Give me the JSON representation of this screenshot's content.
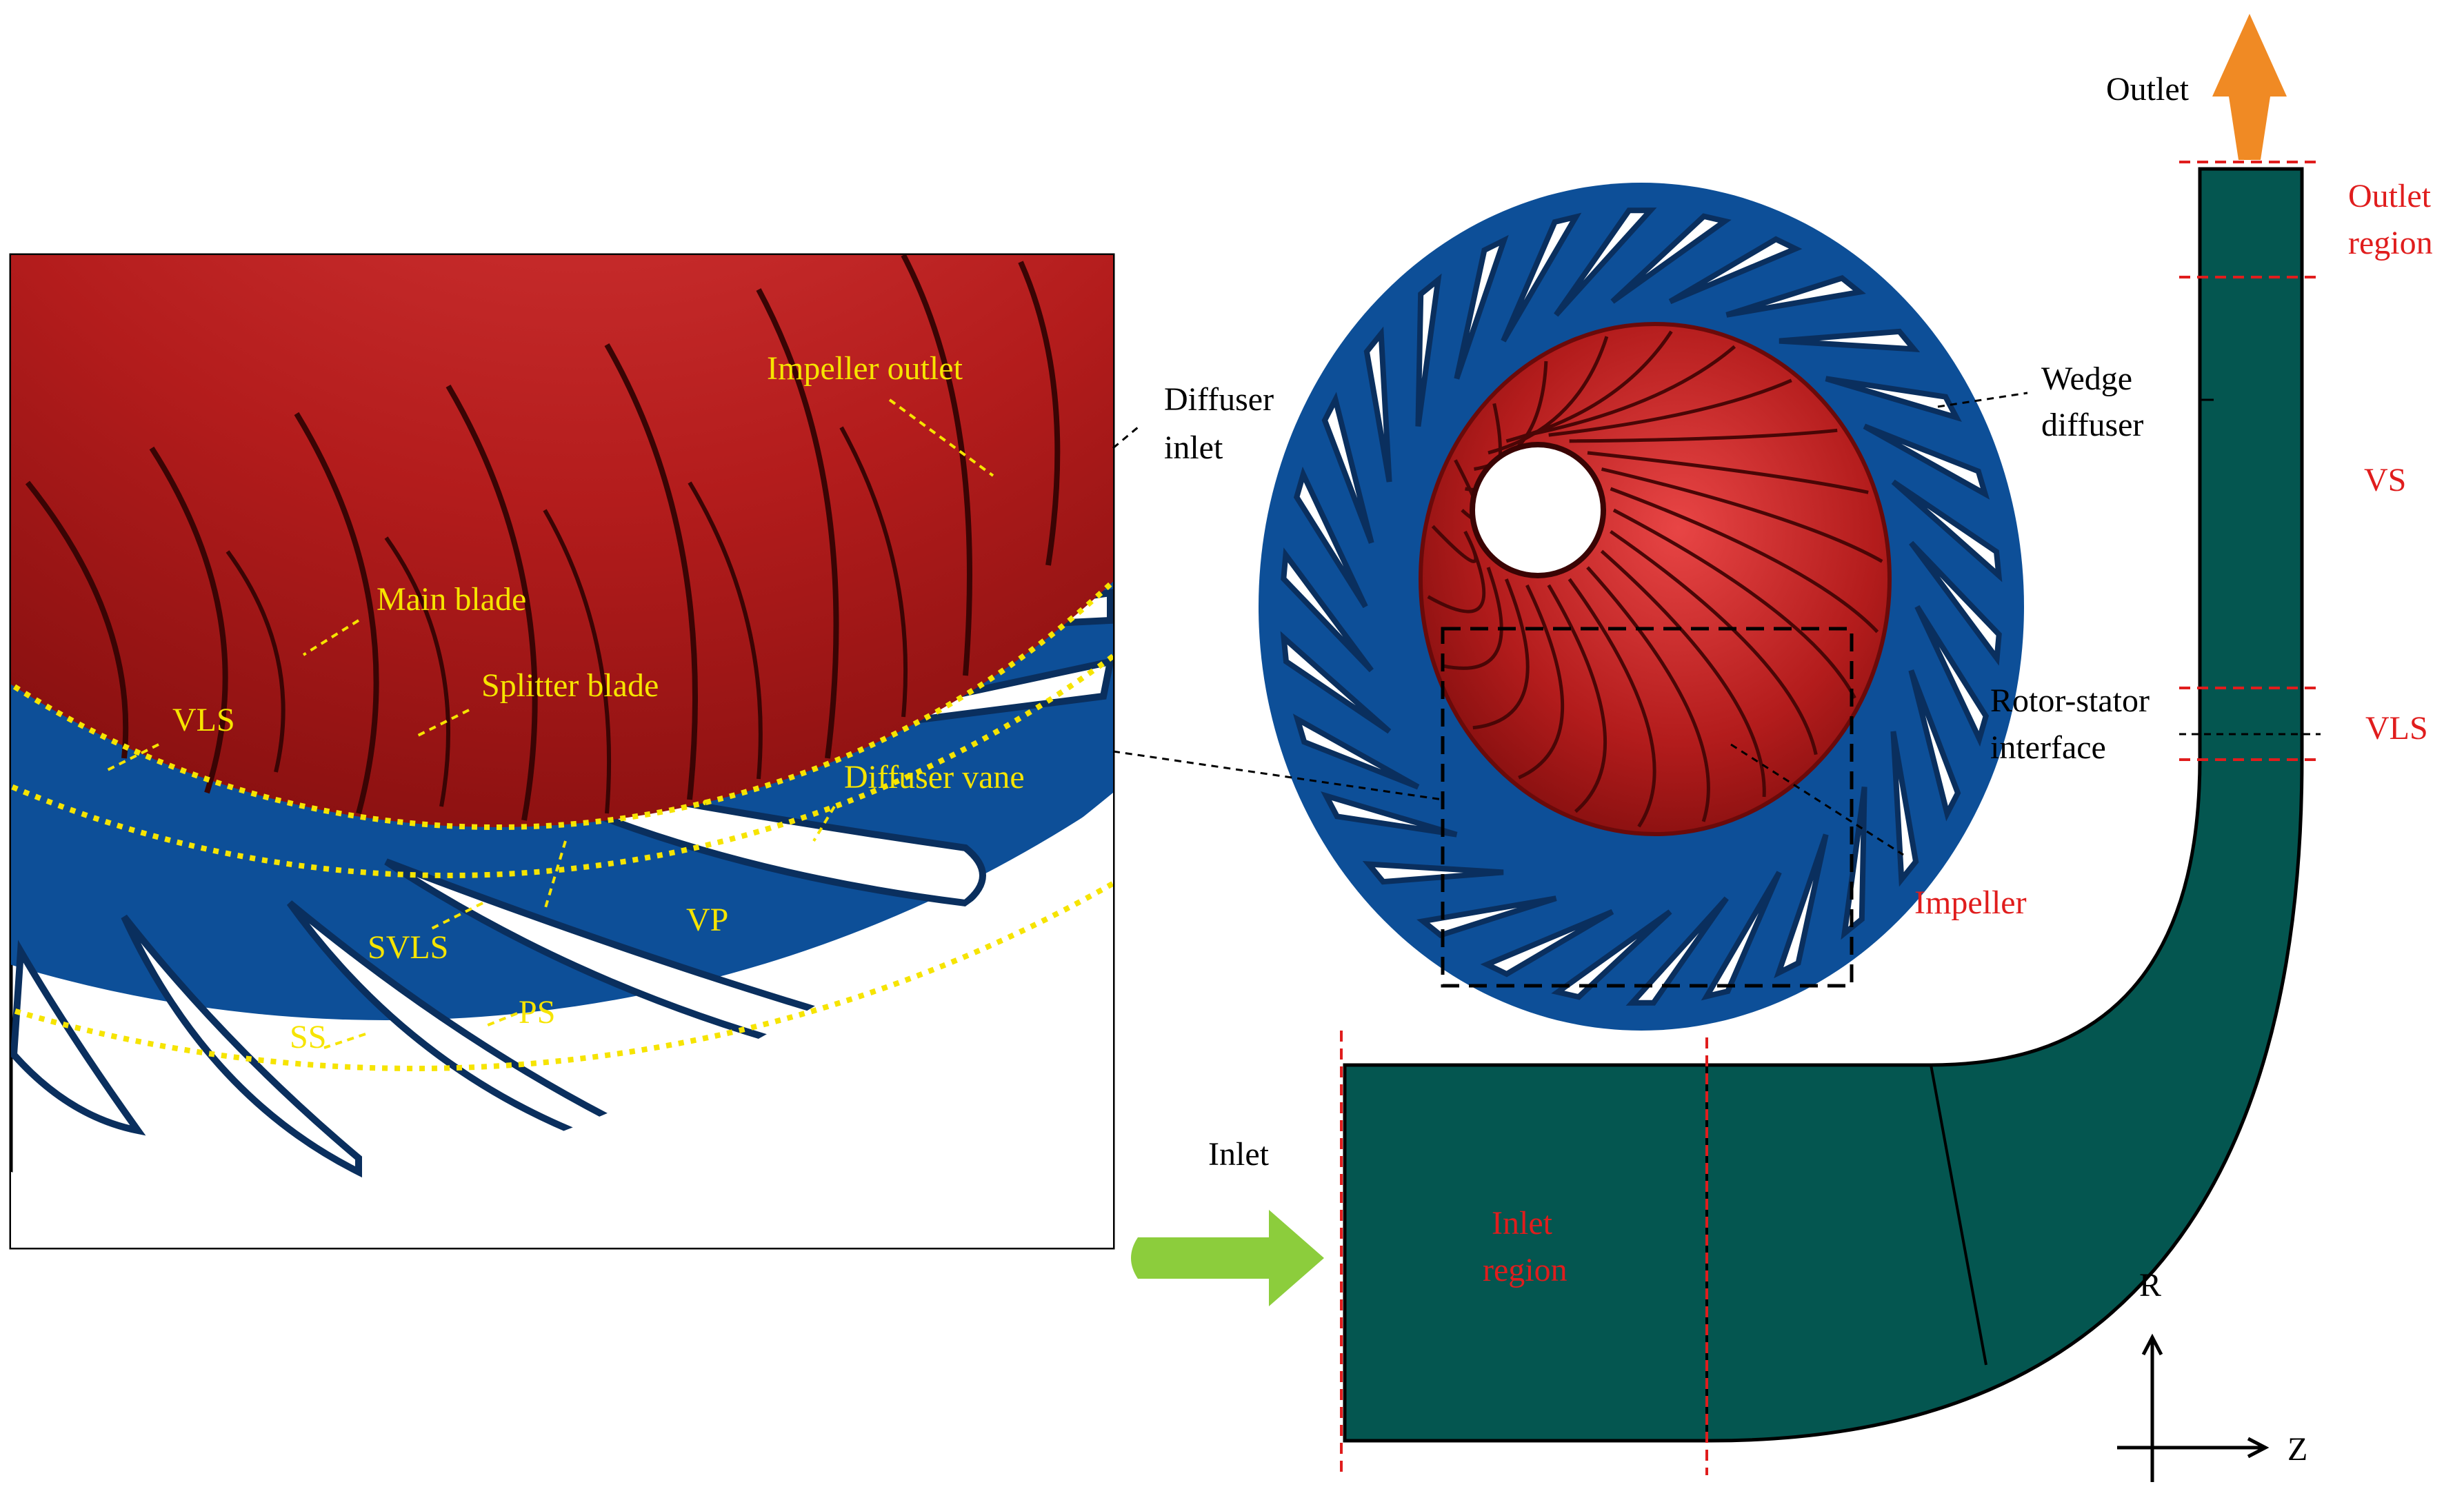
{
  "labels": {
    "outlet": "Outlet",
    "outlet_region_line1": "Outlet",
    "outlet_region_line2": "region",
    "wedge_line1": "Wedge",
    "wedge_line2": "diffuser",
    "vs": "VS",
    "rotor_stator_line1": "Rotor-stator",
    "rotor_stator_line2": "interface",
    "vls_right": "VLS",
    "impeller": "Impeller",
    "diffuser_inlet_line1": "Diffuser",
    "diffuser_inlet_line2": "inlet",
    "inlet": "Inlet",
    "inlet_region_line1": "Inlet",
    "inlet_region_line2": "region",
    "axis_r": "R",
    "axis_z": "Z"
  },
  "zoom_labels": {
    "impeller_outlet": "Impeller outlet",
    "main_blade": "Main blade",
    "splitter_blade": "Splitter blade",
    "vls": "VLS",
    "diffuser_vane": "Diffuser vane",
    "svls": "SVLS",
    "vp": "VP",
    "ps": "PS",
    "ss": "SS"
  },
  "colors": {
    "impeller_red": "#a01414",
    "impeller_highlight": "#e84545",
    "diffuser_blue": "#0d4f98",
    "diffuser_dark": "#0a2f5e",
    "duct_teal": "#045650",
    "outlet_arrow": "#f08a24",
    "inlet_arrow": "#8ccd3c",
    "annotation_yellow": "#f6e400",
    "region_red": "#e01d1d"
  }
}
